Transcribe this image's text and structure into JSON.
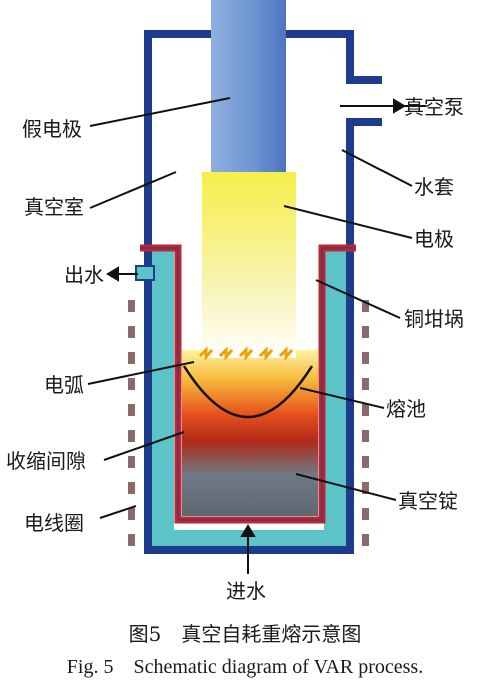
{
  "labels": {
    "fake_electrode": "假电极",
    "vacuum_pump": "真空泵",
    "water_jacket": "水套",
    "vacuum_chamber": "真空室",
    "electrode": "电极",
    "water_out": "出水",
    "copper_crucible": "铜坩埚",
    "arc": "电弧",
    "melt_pool": "熔池",
    "shrink_gap": "收缩间隙",
    "vacuum_ingot": "真空锭",
    "coil": "电线圈",
    "water_in": "进水"
  },
  "caption": {
    "cn": "图5　真空自耗重熔示意图",
    "en": "Fig. 5　Schematic diagram of VAR process."
  },
  "colors": {
    "chamber": "#1e3c8c",
    "water": "#5cc3c8",
    "crucible": "#c0262e",
    "coil": "#8a6a6a"
  }
}
